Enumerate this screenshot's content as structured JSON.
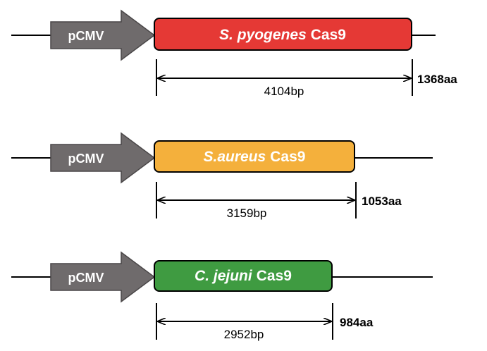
{
  "constructs": [
    {
      "promoter": "pCMV",
      "species": "S. pyogenes",
      "protein": "Cas9",
      "length_bp": "4104bp",
      "length_aa": "1368aa",
      "color": "#e53935"
    },
    {
      "promoter": "pCMV",
      "species": "S.aureus",
      "protein": "Cas9",
      "length_bp": "3159bp",
      "length_aa": "1053aa",
      "color": "#f4b03c"
    },
    {
      "promoter": "pCMV",
      "species": "C. jejuni",
      "protein": "Cas9",
      "length_bp": "2952bp",
      "length_aa": "984aa",
      "color": "#3f9b41"
    }
  ],
  "colors": {
    "promoter_fill": "#6f6b6c",
    "promoter_stroke": "#4a4748",
    "line": "#000000"
  }
}
